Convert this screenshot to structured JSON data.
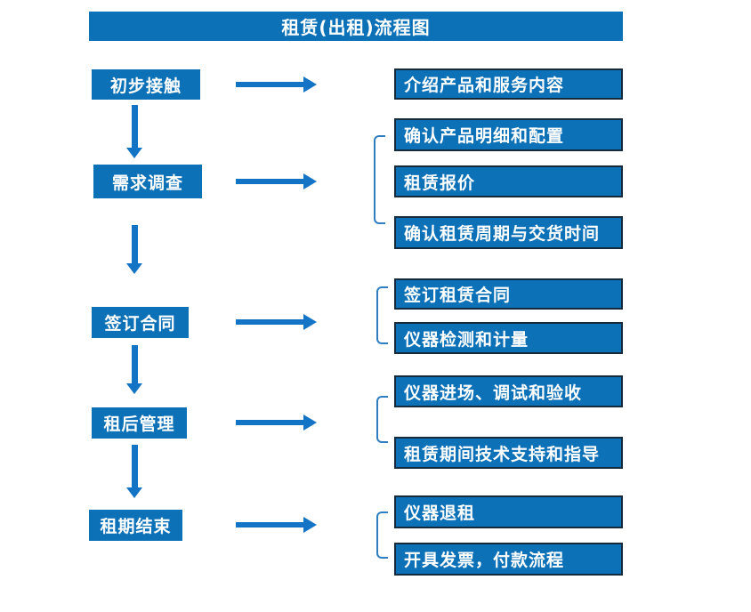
{
  "title": "租赁(出租)流程图",
  "colors": {
    "box_blue": "#0d71b8",
    "arrow_blue": "#1373c4",
    "bracket_blue": "#2f7ec1",
    "border_dark": "#152a3a",
    "text_white": "#ffffff"
  },
  "icons": {
    "right_arrow": "css-triangle-right",
    "down_arrow": "css-triangle-down",
    "group_bracket": "css-left-square-bracket"
  },
  "steps": [
    {
      "label": "初步接触",
      "details": [
        "介绍产品和服务内容"
      ]
    },
    {
      "label": "需求调查",
      "details": [
        "确认产品明细和配置",
        "租赁报价",
        "确认租赁周期与交货时间"
      ]
    },
    {
      "label": "签订合同",
      "details": [
        "签订租赁合同",
        "仪器检测和计量"
      ]
    },
    {
      "label": "租后管理",
      "details": [
        "仪器进场、调试和验收",
        "租赁期间技术支持和指导"
      ]
    },
    {
      "label": "租期结束",
      "details": [
        "仪器退租",
        "开具发票，付款流程"
      ]
    }
  ]
}
